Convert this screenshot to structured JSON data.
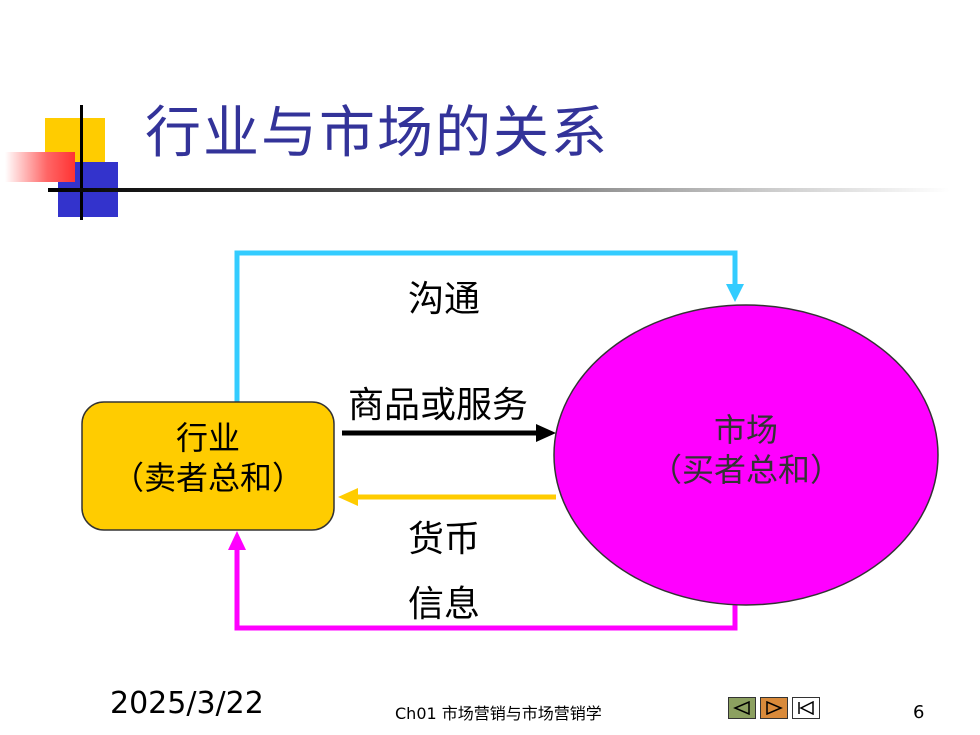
{
  "slide": {
    "title": "行业与市场的关系"
  },
  "diagram": {
    "nodes": {
      "industry": {
        "line1": "行业",
        "line2": "（卖者总和）",
        "color": "#FFCC00"
      },
      "market": {
        "line1": "市场",
        "line2": "（买者总和）",
        "color": "#FF00FF"
      }
    },
    "flows": {
      "communication": {
        "label": "沟通",
        "color": "#33CCFF"
      },
      "goods_services": {
        "label": "商品或服务",
        "color": "#000000"
      },
      "money": {
        "label": "货币",
        "color": "#FFCC00"
      },
      "information": {
        "label": "信息",
        "color": "#FF00FF"
      }
    }
  },
  "footer": {
    "date": "2025/3/22",
    "course": "Ch01 市场营销与市场营销学",
    "page": "6",
    "nav": {
      "prev_icon": "triangle-left-icon",
      "next_icon": "triangle-right-icon",
      "first_icon": "skip-to-first-icon"
    }
  }
}
